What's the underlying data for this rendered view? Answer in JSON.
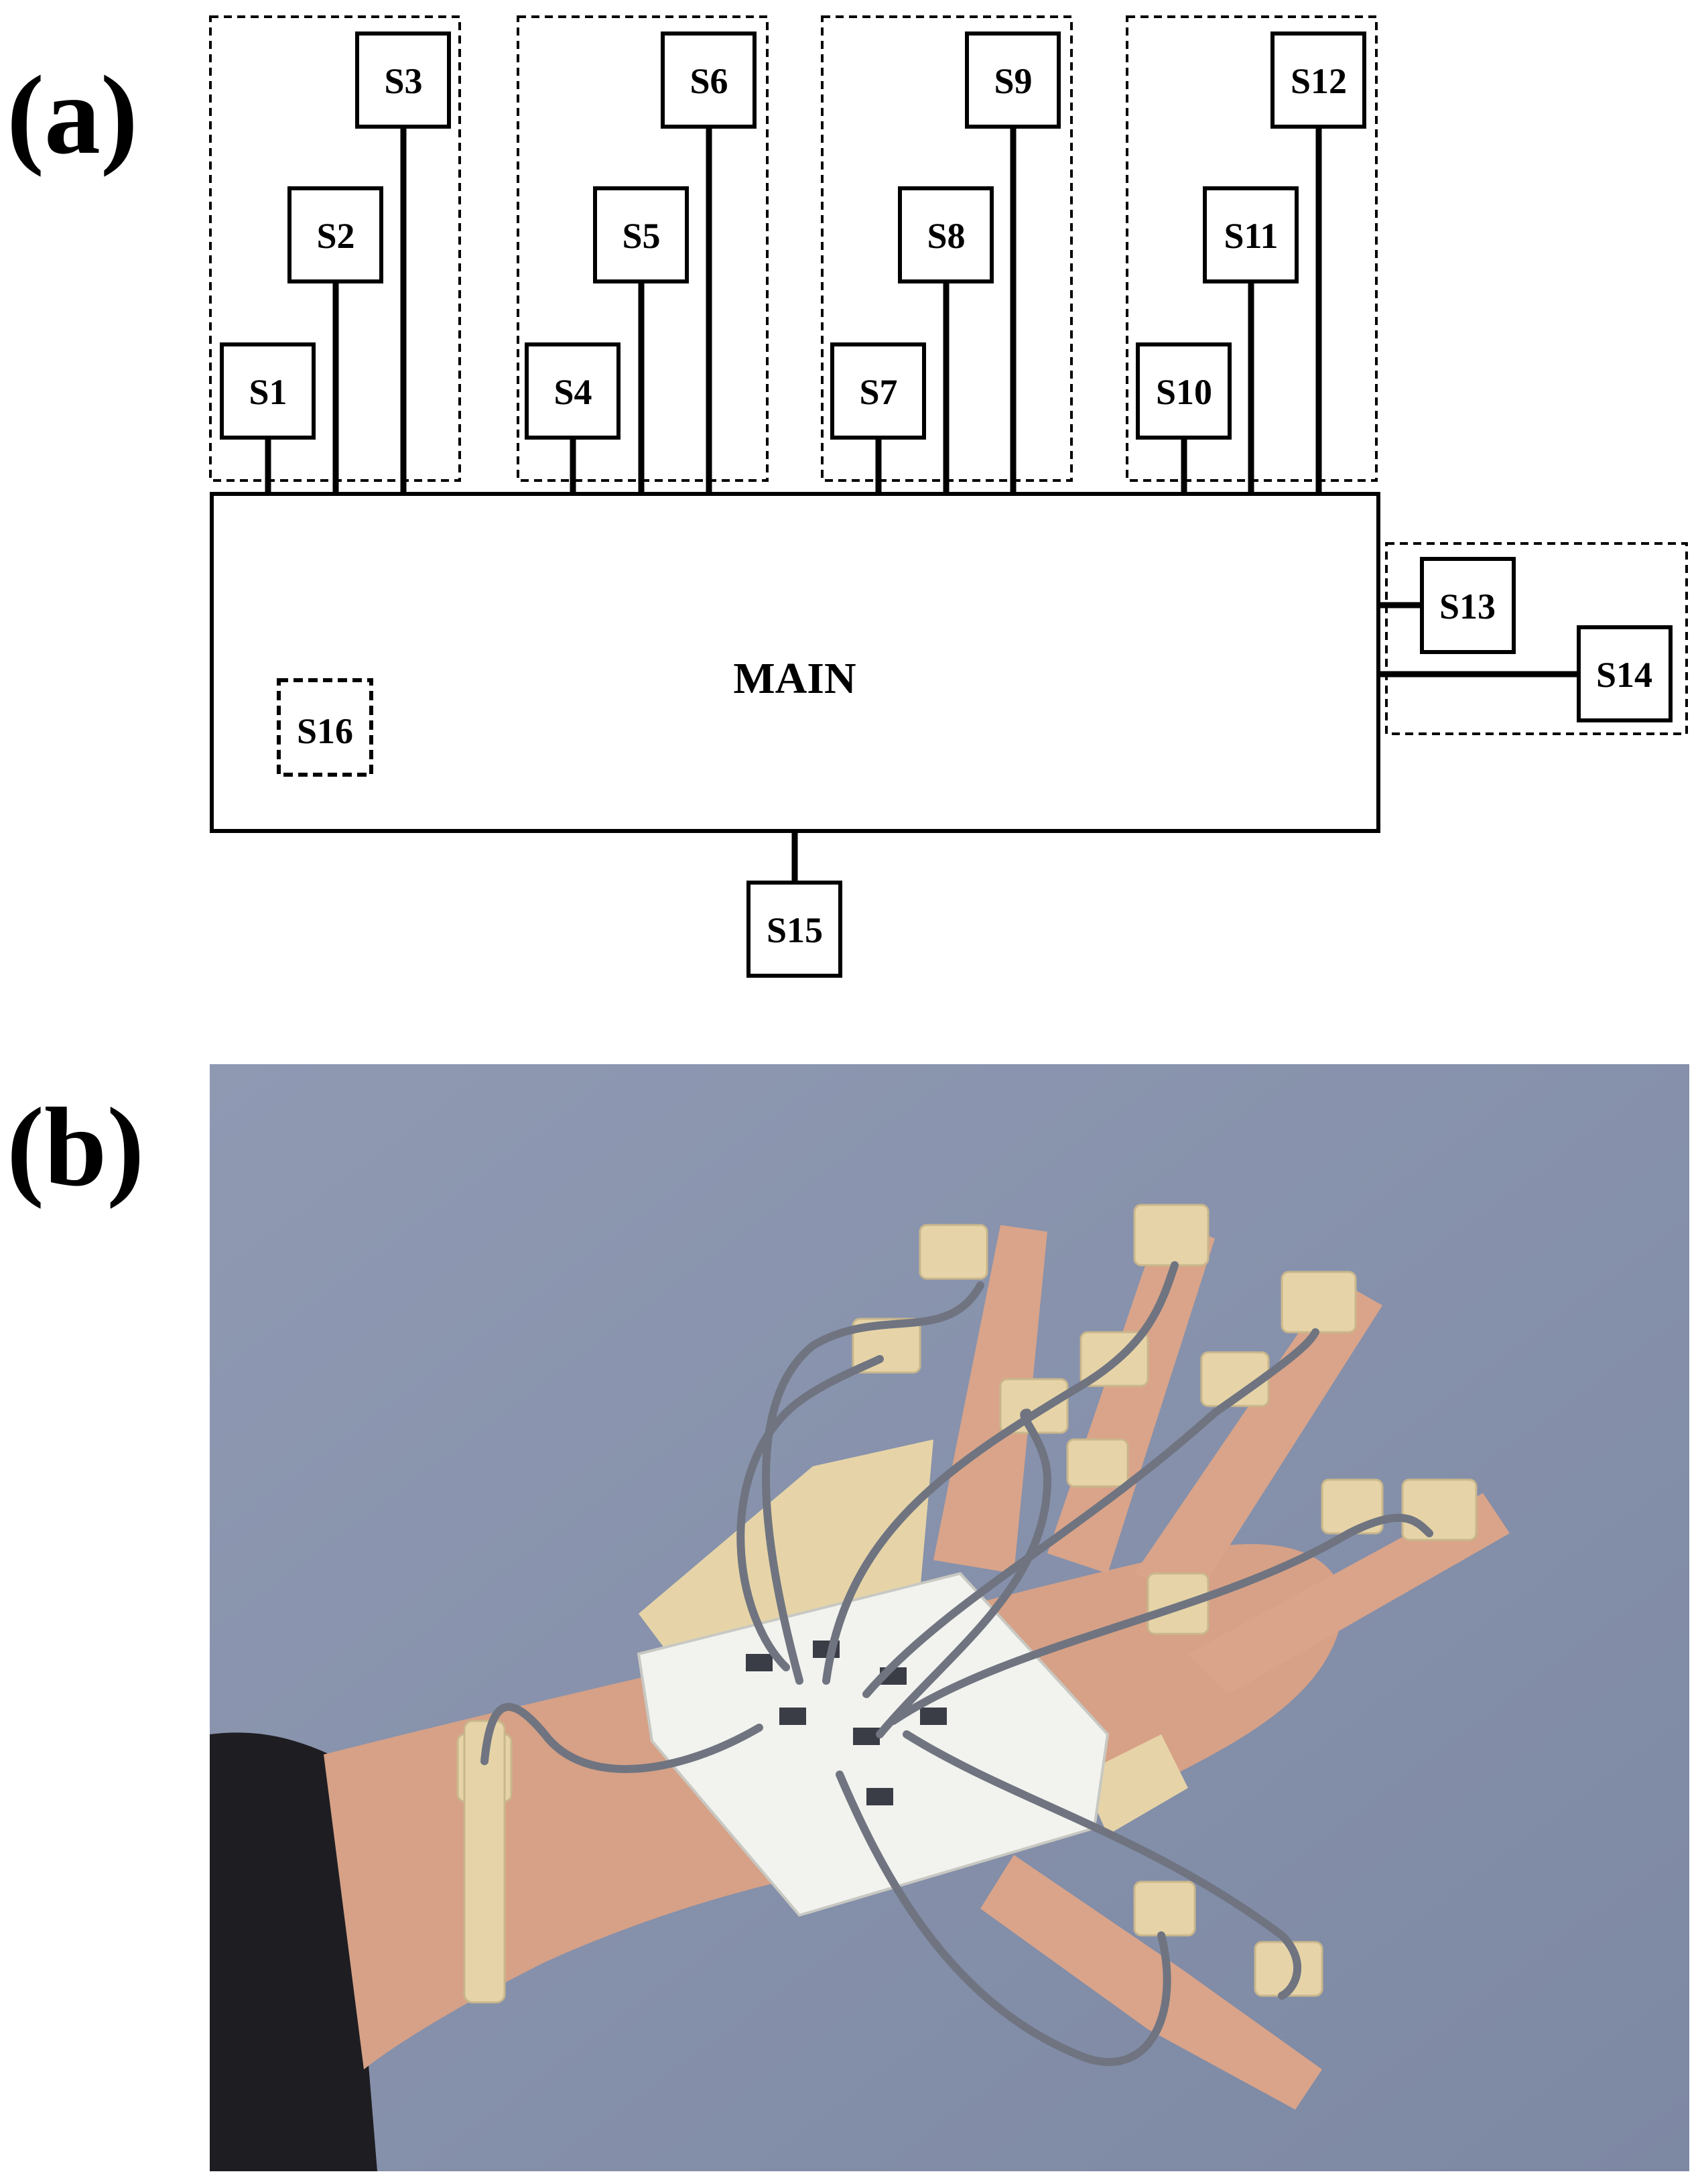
{
  "figure": {
    "panel_a_label": "(a)",
    "panel_b_label": "(b)"
  },
  "diagram": {
    "main_label": "MAIN",
    "finger_groups": [
      {
        "sensors": [
          "S1",
          "S2",
          "S3"
        ]
      },
      {
        "sensors": [
          "S4",
          "S5",
          "S6"
        ]
      },
      {
        "sensors": [
          "S7",
          "S8",
          "S9"
        ]
      },
      {
        "sensors": [
          "S10",
          "S11",
          "S12"
        ]
      }
    ],
    "right_group": {
      "sensors": [
        "S13",
        "S14"
      ]
    },
    "bottom_sensor": "S15",
    "internal_sensor": "S16"
  },
  "photo": {
    "subject": "hand-wearing-sensor-glove",
    "background_color": "#8590aa",
    "tape_color": "#e6d4a8",
    "cable_color": "#7a7f8a",
    "board_color": "#f2f2ee",
    "skin_color": "#d9a48a",
    "sleeve_color": "#1e1e22"
  }
}
